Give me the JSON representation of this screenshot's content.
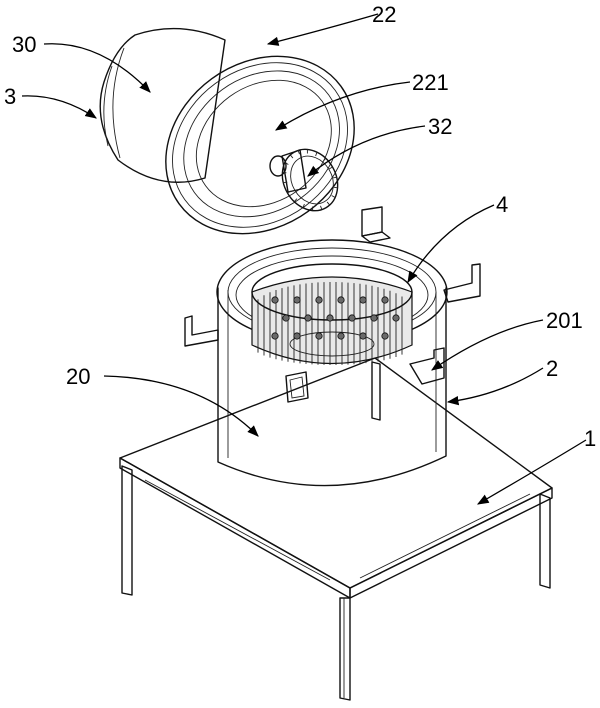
{
  "callouts": {
    "c30": "30",
    "c3": "3",
    "c22": "22",
    "c221": "221",
    "c32": "32",
    "c4": "4",
    "c201": "201",
    "c2": "2",
    "c20": "20",
    "c1": "1"
  }
}
